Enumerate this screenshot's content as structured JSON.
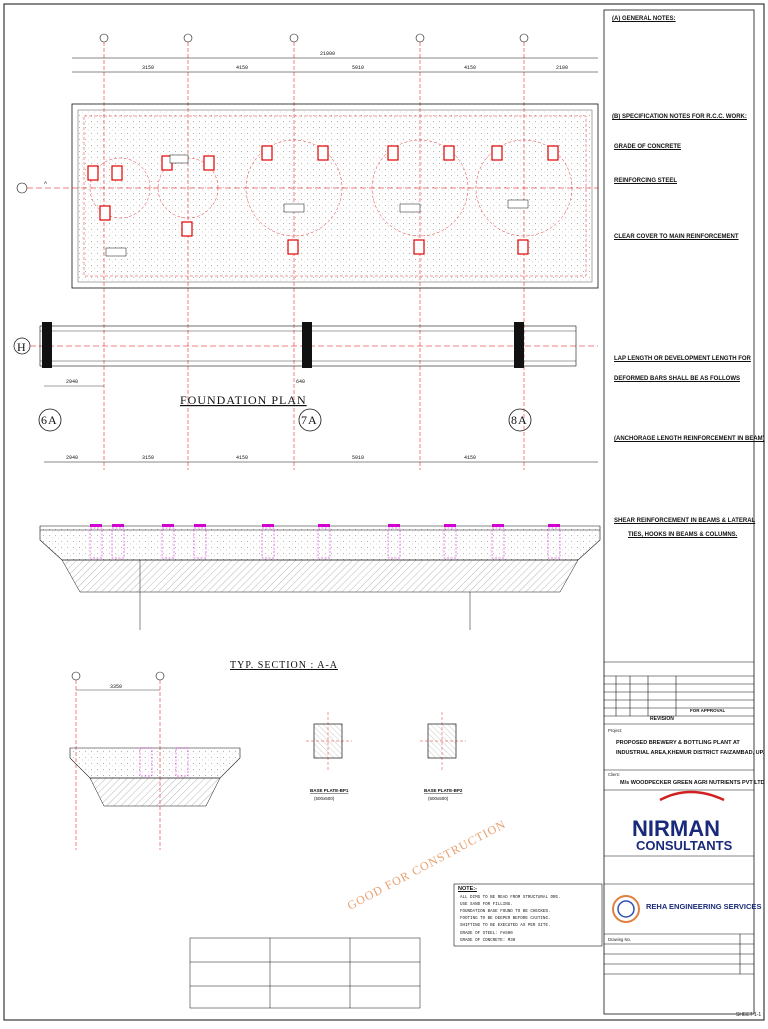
{
  "drawing": {
    "title_plan": "FOUNDATION PLAN",
    "title_section": "TYP. SECTION : A-A",
    "stamp": "GOOD FOR CONSTRUCTION",
    "grid_letters": [
      "A",
      "H"
    ],
    "grid_numbers": [
      "6A",
      "7A",
      "8A"
    ],
    "overall_dim": "21000",
    "spans_top": [
      "3150",
      "4150",
      "5010",
      "4150",
      "2100"
    ],
    "spans_bottom": [
      "2940",
      "3150",
      "4150",
      "5010",
      "4150"
    ],
    "dim_side": "2940",
    "dim_mid": "640",
    "dim_section": "3350",
    "baseplate1": "BASE PLATE-BP1",
    "baseplate1_size": "(500x500)",
    "baseplate2": "BASE PLATE-BP2",
    "baseplate2_size": "(500x500)"
  },
  "notes": {
    "general_title": "(A) GENERAL NOTES:",
    "rcc_title": "(B) SPECIFICATION NOTES FOR R.C.C. WORK:",
    "grade_title": "GRADE OF CONCRETE",
    "steel_title": "REINFORCING STEEL",
    "cover_title": "CLEAR COVER TO MAIN REINFORCEMENT",
    "lap_title": "LAP LENGTH OR DEVELOPMENT LENGTH FOR",
    "lap_title2": "DEFORMED BARS SHALL BE AS FOLLOWS",
    "anchor_title": "(ANCHORAGE LENGTH REINFORCEMENT IN BEAM)",
    "shear_title": "SHEAR REINFORCEMENT IN BEAMS & LATERAL",
    "shear_title2": "TIES, HOOKS IN BEAMS & COLUMNS."
  },
  "title_block": {
    "revision_header": "REVISION",
    "status": "FOR APPROVAL",
    "project_label": "Project:",
    "project_line1": "PROPOSED BREWERY & BOTTLING PLANT AT",
    "project_line2": "INDUSTRIAL AREA,KHEMUR DISTRICT FAIZAMBAD, UP.",
    "client_label": "Client:",
    "client": "M/s WOODPECKER GREEN AGRI NUTRIENTS PVT LTD",
    "consultant_name": "NIRMAN",
    "consultant_sub": "CONSULTANTS",
    "engineer": "REHA ENGINEERING SERVICES",
    "drawing_no_label": "Drawing No.",
    "sheet": "SHEET 1-1"
  },
  "note_box": {
    "title": "NOTE:-",
    "items": [
      "ALL DIMS TO BE READ FROM STRUCTURAL DRG.",
      "USE SAND FOR FILLING.",
      "FOUNDATION BASE FOUND TO BE CHECKED.",
      "FOOTING TO BE DEEPER BEFORE CASTING.",
      "SHIFTING TO BE EXECUTED AS PER SITE."
    ],
    "grade_steel": "GRADE OF STEEL: Fe500",
    "grade_concrete": "GRADE OF CONCRETE: M30"
  },
  "colors": {
    "line": "#111111",
    "red": "#e00000",
    "magenta": "#d000d0",
    "stamp": "#e8a070",
    "logo_blue": "#1a2a7a",
    "logo_red": "#d02020"
  }
}
